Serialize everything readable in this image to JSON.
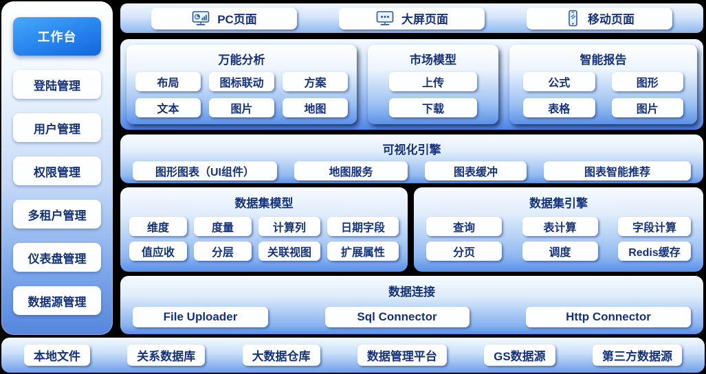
{
  "colors": {
    "background": "#000000",
    "accent_blue": "#1565dd",
    "panel_blue": "#5a8fe8",
    "text_navy": "#14317a",
    "button_white": "#ffffff"
  },
  "sidebar": {
    "active_item": "工作台",
    "items": [
      "登陆管理",
      "用户管理",
      "权限管理",
      "多租户管理",
      "仪表盘管理",
      "数据源管理"
    ]
  },
  "top_nav": {
    "items": [
      {
        "label": "PC页面",
        "icon": "monitor-chart-icon"
      },
      {
        "label": "大屏页面",
        "icon": "monitor-dots-icon"
      },
      {
        "label": "移动页面",
        "icon": "mobile-icon"
      }
    ]
  },
  "sections": {
    "analysis": {
      "title": "万能分析",
      "items": [
        "布局",
        "图标联动",
        "方案",
        "文本",
        "图片",
        "地图"
      ]
    },
    "market": {
      "title": "市场模型",
      "items": [
        "上传",
        "下载"
      ]
    },
    "report": {
      "title": "智能报告",
      "items": [
        "公式",
        "图形",
        "表格",
        "图片"
      ]
    },
    "viz_engine": {
      "title": "可视化引擎",
      "items": [
        "图形图表（UI组件）",
        "地图服务",
        "图表缓冲",
        "图表智能推荐"
      ]
    },
    "dataset_model": {
      "title": "数据集模型",
      "items": [
        "维度",
        "度量",
        "计算列",
        "日期字段",
        "值应收",
        "分层",
        "关联视图",
        "扩展属性"
      ]
    },
    "dataset_engine": {
      "title": "数据集引擎",
      "items": [
        "查询",
        "表计算",
        "字段计算",
        "分页",
        "调度",
        "Redis缓存"
      ]
    },
    "data_connect": {
      "title": "数据连接",
      "items": [
        "File Uploader",
        "Sql Connector",
        "Http Connector"
      ]
    }
  },
  "data_sources": {
    "items": [
      "本地文件",
      "关系数据库",
      "大数据仓库",
      "数据管理平台",
      "GS数据源",
      "第三方数据源"
    ]
  }
}
